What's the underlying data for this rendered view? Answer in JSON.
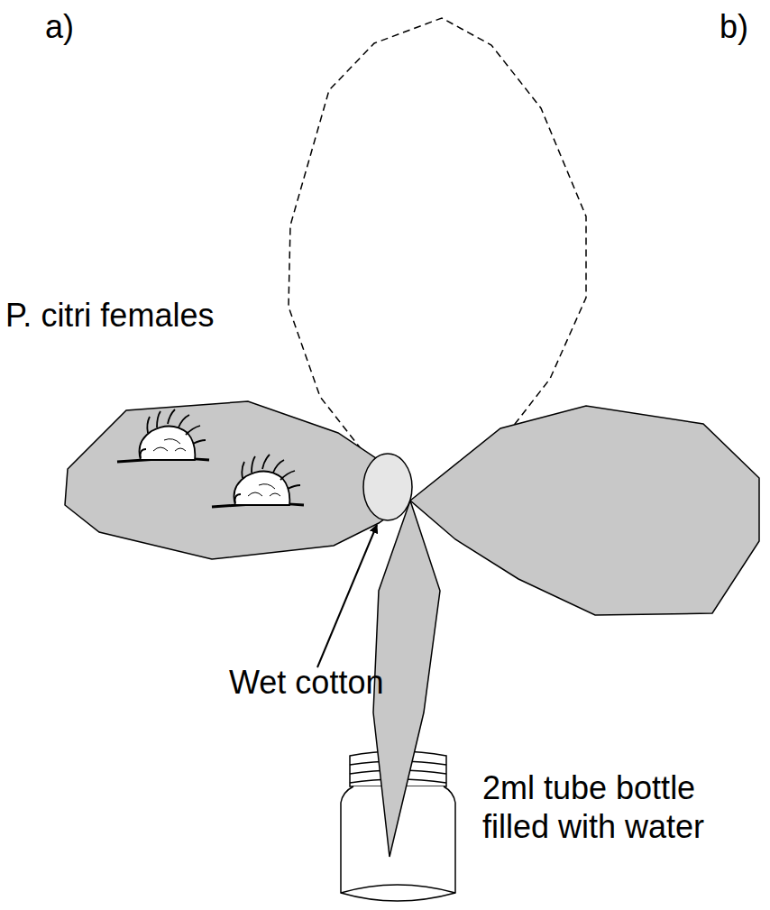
{
  "diagram": {
    "labels": [
      "a)",
      "b)",
      "P. citri females",
      "Wet cotton",
      "2ml tube bottle filled with water"
    ]
  }
}
